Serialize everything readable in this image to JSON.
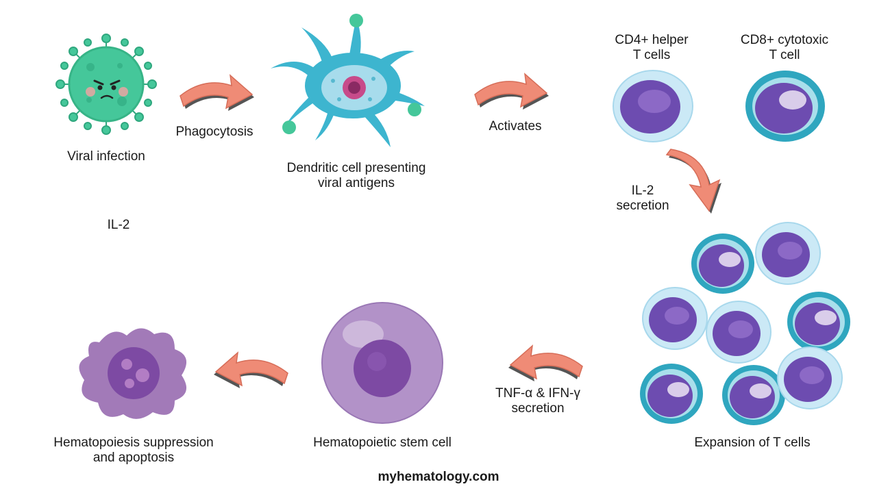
{
  "labels": {
    "viral_infection": "Viral infection",
    "phagocytosis": "Phagocytosis",
    "dendritic": "Dendritic cell presenting\nviral antigens",
    "activates": "Activates",
    "cd4": "CD4+ helper\nT cells",
    "cd8": "CD8+ cytotoxic\nT cell",
    "il2_secretion": "IL-2\nsecretion",
    "il2": "IL-2",
    "expansion": "Expansion of T cells",
    "tnf": "TNF-α & IFN-γ\nsecretion",
    "stem_cell": "Hematopoietic stem cell",
    "suppression": "Hematopoiesis suppression\nand apoptosis"
  },
  "footer": "myhematology.com",
  "colors": {
    "arrow": "#ef8b76",
    "virus": "#45c79a",
    "dendritic": "#3db5cf",
    "t_nucleus": "#6d4cb0",
    "stem": "#b292c8",
    "apoptotic": "#a27ab8"
  }
}
